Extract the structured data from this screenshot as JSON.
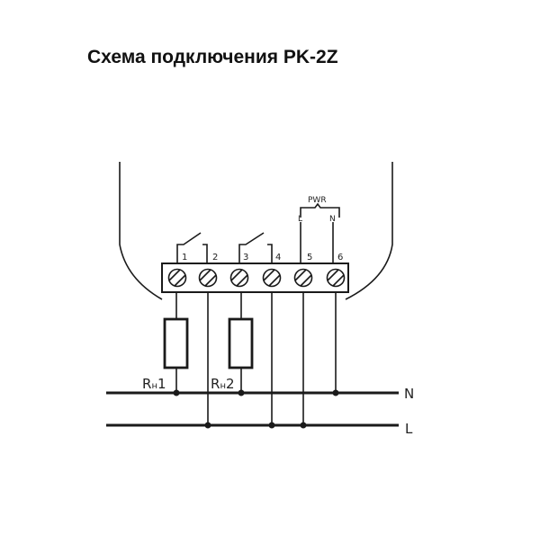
{
  "title": "Схема подключения PK-2Z",
  "terminals": [
    "1",
    "2",
    "3",
    "4",
    "5",
    "6"
  ],
  "pwr": {
    "label": "PWR",
    "l": "L",
    "n": "N"
  },
  "loads": [
    {
      "prefix": "R",
      "sub": "н",
      "num": "1"
    },
    {
      "prefix": "R",
      "sub": "н",
      "num": "2"
    }
  ],
  "lines": {
    "n": "N",
    "l": "L"
  },
  "colors": {
    "stroke": "#1a1a1a"
  }
}
